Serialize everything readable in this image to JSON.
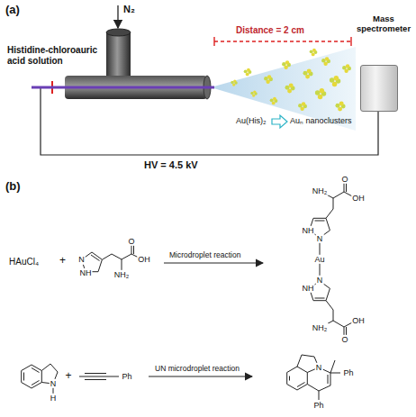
{
  "diagram": {
    "nodes": [
      {
        "text": [
          "Mass spectrometer"
        ]
      }
    ],
    "labels": [
      "(a)",
      "N₂",
      "Histidine-chloroauric acid solution",
      "Distance = 2 cm",
      "Au(His)₂",
      "Auₙ nanoclusters",
      "HV = 4.5 kV",
      "(b)",
      "HAuCl₄",
      "+",
      "N",
      "NH",
      "NH₂",
      "O",
      "OH",
      "Microdroplet reaction",
      "NH₂",
      "O",
      "OH",
      "NH",
      "N",
      "Au",
      "N",
      "NH",
      "NH₂",
      "OH",
      "O",
      "N",
      "H",
      "+",
      "Ph",
      "UN microdroplet reaction",
      "N",
      "Ph",
      "Ph"
    ]
  }
}
